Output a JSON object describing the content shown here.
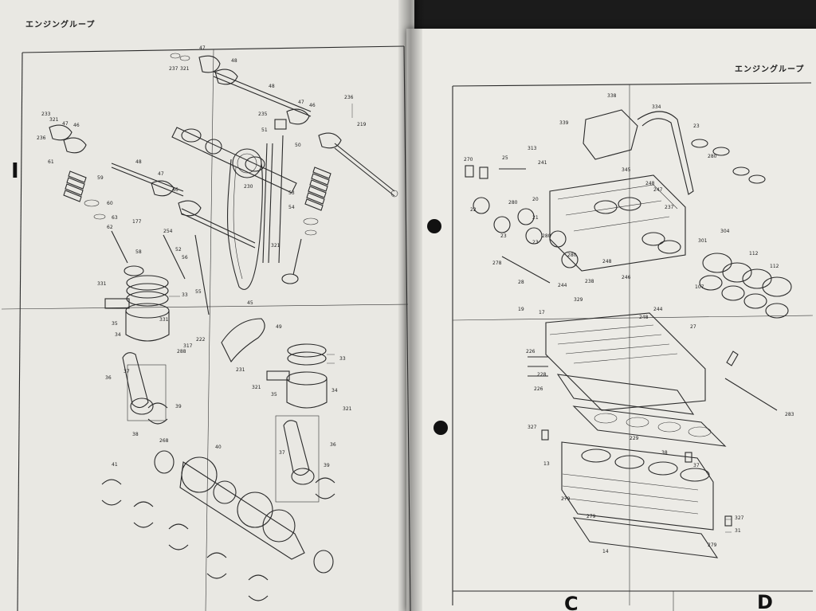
{
  "left_page": {
    "header": "エンジングループ",
    "side_mark": "I",
    "callouts": [
      "237",
      "321",
      "47",
      "46",
      "48",
      "47",
      "48",
      "47",
      "46",
      "236",
      "233",
      "321",
      "47",
      "46",
      "235",
      "51",
      "219",
      "236",
      "50",
      "45",
      "61",
      "59",
      "60",
      "63",
      "62",
      "50",
      "48",
      "47",
      "46",
      "53",
      "54",
      "321",
      "230",
      "177",
      "254",
      "52",
      "56",
      "58",
      "331",
      "33",
      "55",
      "35",
      "331",
      "34",
      "317",
      "288",
      "222",
      "49",
      "36",
      "37",
      "39",
      "38",
      "231",
      "321",
      "35",
      "33",
      "34",
      "321",
      "268",
      "40",
      "41",
      "37",
      "36",
      "39",
      "45"
    ]
  },
  "right_page": {
    "header": "エンジングループ",
    "columns": [
      "C",
      "D"
    ],
    "callouts": [
      "338",
      "334",
      "339",
      "23",
      "270",
      "25",
      "313",
      "241",
      "280",
      "22",
      "345",
      "20",
      "248",
      "247",
      "21",
      "280",
      "280",
      "237",
      "23",
      "23",
      "280",
      "23",
      "301",
      "304",
      "112",
      "278",
      "28",
      "248",
      "244",
      "238",
      "246",
      "112",
      "107",
      "19",
      "329",
      "17",
      "244",
      "27",
      "226",
      "248",
      "283",
      "226",
      "228",
      "13",
      "327",
      "229",
      "38",
      "37",
      "327",
      "31",
      "279",
      "279",
      "14",
      "279"
    ]
  }
}
